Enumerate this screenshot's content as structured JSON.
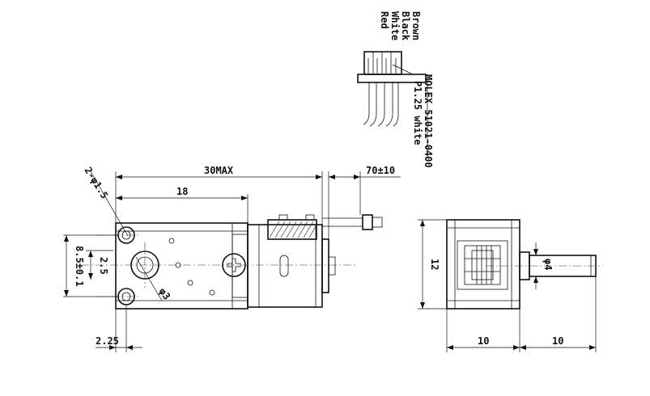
{
  "wires": [
    "Brown",
    "Black",
    "White",
    "Red"
  ],
  "connector_label": "MOLEX 51021-0400",
  "connector_sub": "P1.25 white",
  "dims": {
    "overall": "30MAX",
    "body": "18",
    "lead": "70±10",
    "holes": "2-φ1.5",
    "pitch": "8.5±0.1",
    "offset": "2.5",
    "edge": "2.25",
    "bore": "φ3",
    "height": "12",
    "depth_left": "10",
    "depth_right": "10",
    "shaft": "φ4"
  }
}
